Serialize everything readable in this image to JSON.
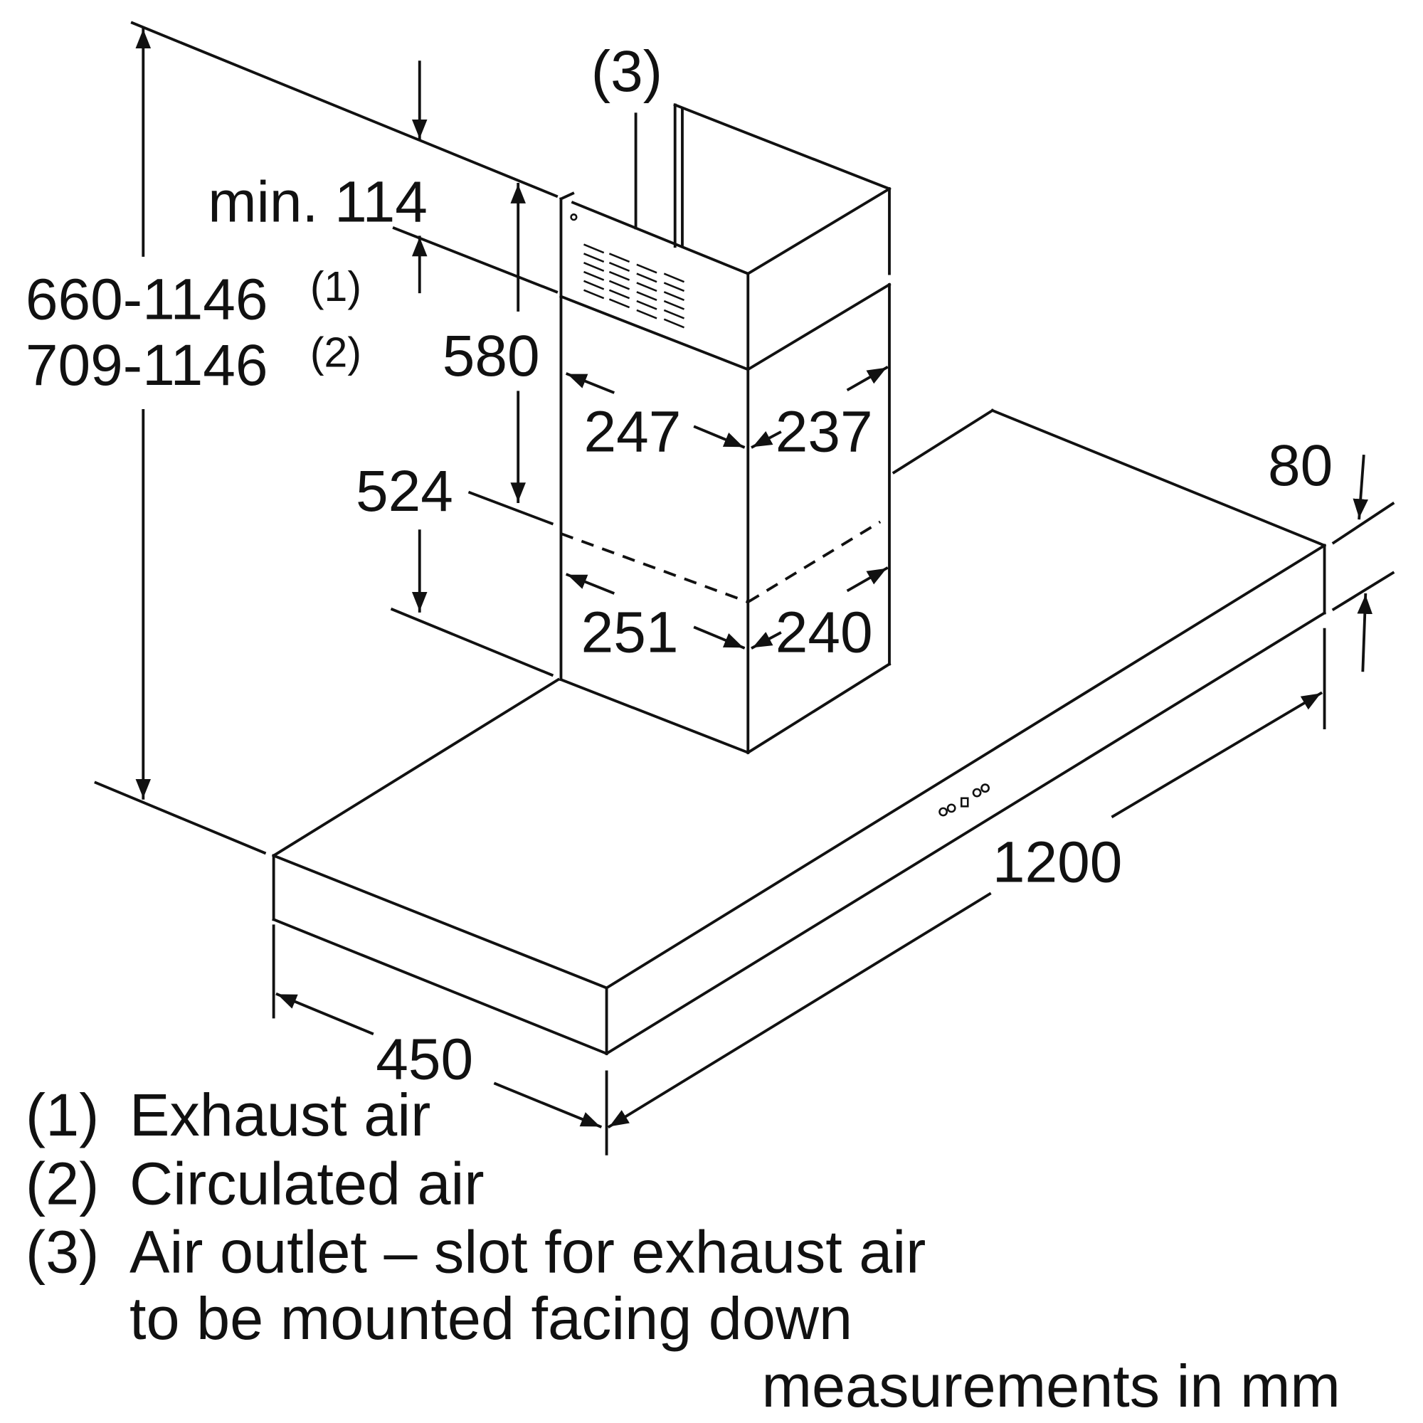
{
  "dimensions": {
    "outlet_label": "(3)",
    "min_gap": "min. 114",
    "height_exhaust": "660-1146",
    "height_exhaust_note": "(1)",
    "height_circulated": "709-1146",
    "height_circulated_note": "(2)",
    "upper_chimney": "580",
    "lower_chimney": "524",
    "upper_width": "247",
    "upper_depth": "237",
    "lower_width": "251",
    "lower_depth": "240",
    "hood_height": "80",
    "hood_width": "1200",
    "hood_depth": "450"
  },
  "legend": [
    {
      "num": "(1)",
      "text": "Exhaust air"
    },
    {
      "num": "(2)",
      "text": "Circulated air"
    },
    {
      "num": "(3)",
      "text": "Air outlet – slot for exhaust air"
    },
    {
      "num": "",
      "text": "to be mounted facing down"
    }
  ],
  "units_note": "measurements in mm"
}
